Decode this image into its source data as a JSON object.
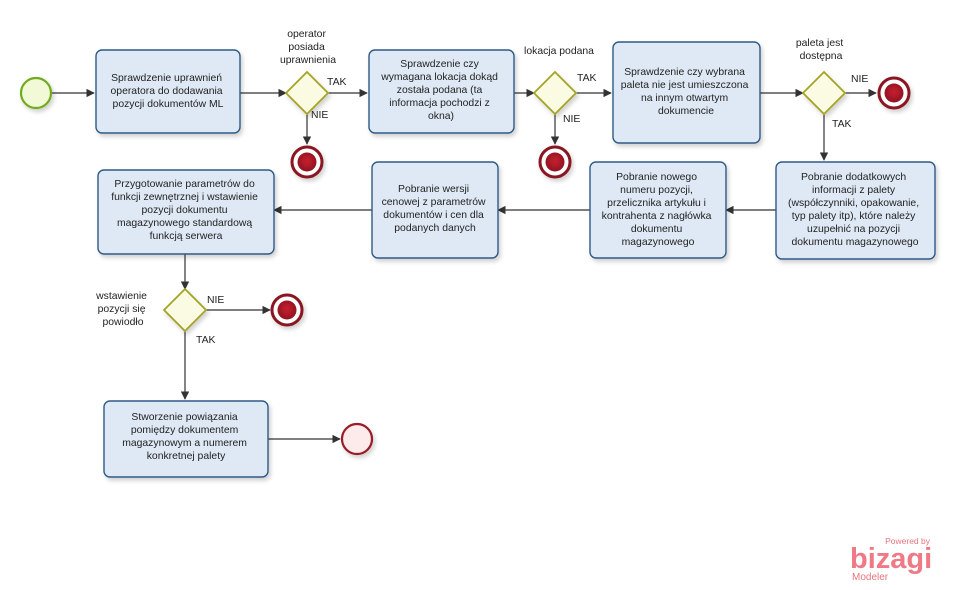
{
  "tasks": {
    "check_permissions": [
      "Sprawdzenie uprawnień",
      "operatora do dodawania",
      "pozycji dokumentów ML"
    ],
    "check_location": [
      "Sprawdzenie czy",
      "wymagana lokacja dokąd",
      "została podana (ta",
      "informacja pochodzi z",
      "okna)"
    ],
    "check_pallet": [
      "Sprawdzenie czy wybrana",
      "paleta nie jest umieszczona",
      "na innym otwartym",
      "dokumencie"
    ],
    "fetch_additional": [
      "Pobranie dodatkowych",
      "informacji z palety",
      "(współczynniki, opakowanie,",
      "typ palety itp), które należy",
      "uzupełnić na pozycji",
      "dokumentu magazynowego"
    ],
    "fetch_number": [
      "Pobranie nowego",
      "numeru pozycji,",
      "przelicznika artykułu i",
      "kontrahenta z nagłówka",
      "dokumentu",
      "magazynowego"
    ],
    "fetch_price": [
      "Pobranie wersji",
      "cenowej z parametrów",
      "dokumentów i cen dla",
      "podanych danych"
    ],
    "prepare_params": [
      "Przygotowanie parametrów do",
      "funkcji zewnętrznej i wstawienie",
      "pozycji dokumentu",
      "magazynowego standardową",
      "funkcją serwera"
    ],
    "create_link": [
      "Stworzenie powiązania",
      "pomiędzy dokumentem",
      "magazynowym a numerem",
      "konkretnej palety"
    ]
  },
  "gateways": {
    "has_permissions": [
      "operator",
      "posiada",
      "uprawnienia"
    ],
    "location_given": [
      "lokacja podana"
    ],
    "pallet_available": [
      "paleta jest",
      "dostępna"
    ],
    "insert_ok": [
      "wstawienie",
      "pozycji się",
      "powiodło"
    ]
  },
  "edge_labels": {
    "yes": "TAK",
    "no": "NIE"
  },
  "logo": {
    "powered": "Powered by",
    "name": "bizagi",
    "product": "Modeler"
  },
  "colors": {
    "task_fill": "#dfe9f5",
    "task_stroke": "#2e5a88",
    "gateway_fill": "#fbfbe3",
    "gateway_stroke": "#a3a326",
    "start_fill": "#f1f9d6",
    "start_stroke": "#6fac1e",
    "end_stroke": "#8a1320",
    "end_inner": "#a3182a",
    "edge": "#333333",
    "logo": "#ef7a86"
  }
}
